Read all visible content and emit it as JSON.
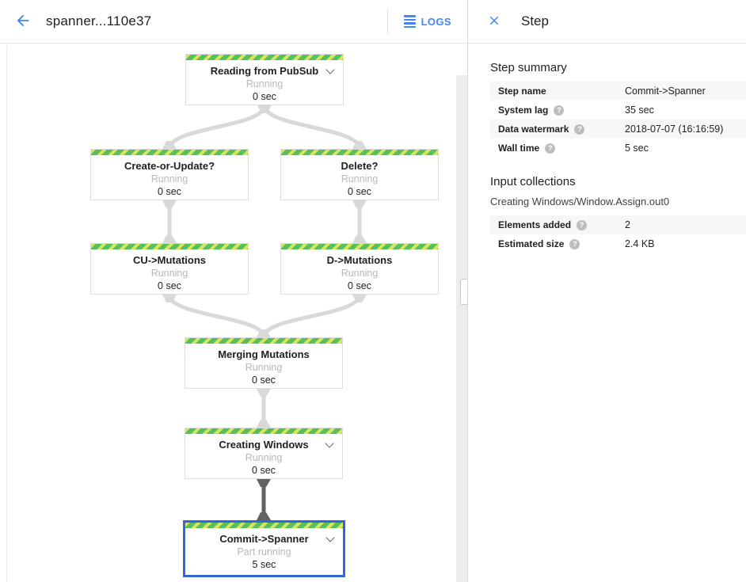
{
  "header": {
    "title": "spanner...110e37",
    "logs_label": "LOGS"
  },
  "panel": {
    "title": "Step",
    "step_summary": {
      "heading": "Step summary",
      "rows": [
        {
          "label": "Step name",
          "value": "Commit->Spanner"
        },
        {
          "label": "System lag",
          "value": "35 sec"
        },
        {
          "label": "Data watermark",
          "value": "2018-07-07 (16:16:59)"
        },
        {
          "label": "Wall time",
          "value": "5 sec"
        }
      ]
    },
    "input_collections": {
      "heading": "Input collections",
      "collection_name": "Creating Windows/Window.Assign.out0",
      "rows": [
        {
          "label": "Elements added",
          "value": "2"
        },
        {
          "label": "Estimated size",
          "value": "2.4 KB"
        }
      ]
    },
    "help_glyph": "?"
  },
  "graph": {
    "nodes": [
      {
        "title": "Reading from PubSub",
        "status": "Running",
        "duration": "0 sec"
      },
      {
        "title": "Create-or-Update?",
        "status": "Running",
        "duration": "0 sec"
      },
      {
        "title": "Delete?",
        "status": "Running",
        "duration": "0 sec"
      },
      {
        "title": "CU->Mutations",
        "status": "Running",
        "duration": "0 sec"
      },
      {
        "title": "D->Mutations",
        "status": "Running",
        "duration": "0 sec"
      },
      {
        "title": "Merging Mutations",
        "status": "Running",
        "duration": "0 sec"
      },
      {
        "title": "Creating Windows",
        "status": "Running",
        "duration": "0 sec"
      },
      {
        "title": "Commit->Spanner",
        "status": "Part running",
        "duration": "5 sec"
      }
    ],
    "edges": [
      {
        "from": "Reading from PubSub",
        "to": "Create-or-Update?"
      },
      {
        "from": "Reading from PubSub",
        "to": "Delete?"
      },
      {
        "from": "Create-or-Update?",
        "to": "CU->Mutations"
      },
      {
        "from": "Delete?",
        "to": "D->Mutations"
      },
      {
        "from": "CU->Mutations",
        "to": "Merging Mutations"
      },
      {
        "from": "D->Mutations",
        "to": "Merging Mutations"
      },
      {
        "from": "Merging Mutations",
        "to": "Creating Windows"
      },
      {
        "from": "Creating Windows",
        "to": "Commit->Spanner",
        "highlighted": true
      }
    ]
  },
  "colors": {
    "accent_blue": "#4285f4",
    "selected_border": "#3367d6",
    "stripe_green": "#56bf60",
    "stripe_lime": "#d8e65c",
    "edge_light": "#d9d9d9",
    "edge_dark": "#5f6368",
    "status_text": "#b7b7b7",
    "row_stripe_bg": "#f7f7f7"
  }
}
